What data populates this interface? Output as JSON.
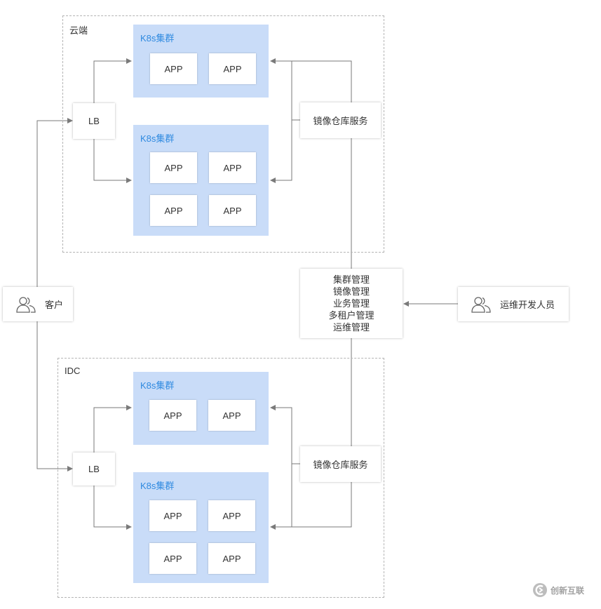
{
  "regions": {
    "cloud_label": "云端",
    "idc_label": "IDC"
  },
  "cluster_title": "K8s集群",
  "app_label": "APP",
  "lb_label": "LB",
  "registry_label": "镜像仓库服务",
  "client_label": "客户",
  "devops_label": "运维开发人员",
  "management": {
    "items": [
      "集群管理",
      "镜像管理",
      "业务管理",
      "多租户管理",
      "运维管理"
    ]
  },
  "watermark": {
    "text": "创新互联"
  },
  "colors": {
    "cluster_bg": "#c9dcf8",
    "cluster_title": "#2f8ae0",
    "line": "#7a7a7a"
  }
}
